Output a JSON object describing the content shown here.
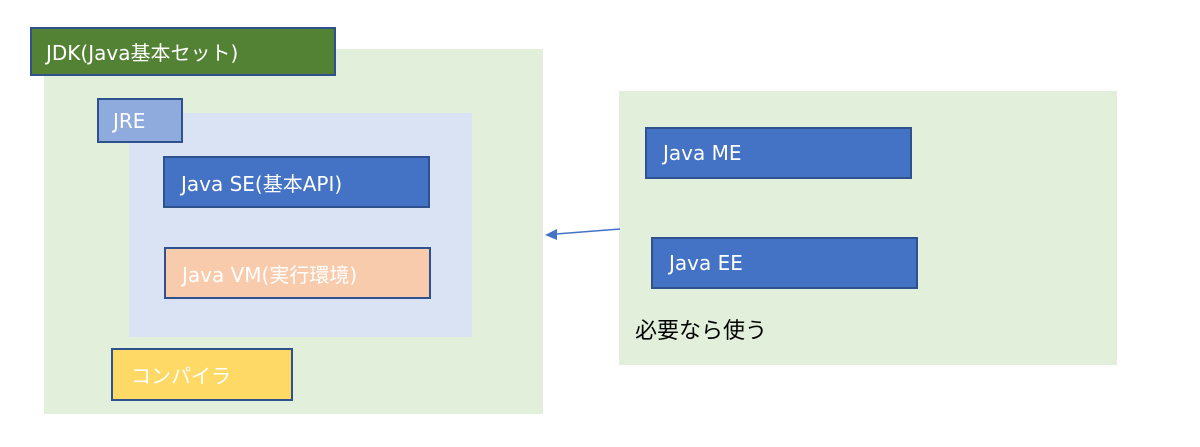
{
  "jdk": {
    "label": "JDK(Java基本セット)"
  },
  "jre": {
    "label": "JRE"
  },
  "java_se": {
    "label": "Java SE(基本API)"
  },
  "java_vm": {
    "label": "Java VM(実行環境)"
  },
  "compiler": {
    "label": "コンパイラ"
  },
  "java_me": {
    "label": "Java ME"
  },
  "java_ee": {
    "label": "Java EE"
  },
  "optional_note": {
    "label": "必要なら使う"
  },
  "colors": {
    "jdk_fill": "#548235",
    "jdk_panel": "#e2efda",
    "jre_fill": "#8faadc",
    "jre_panel": "#dae3f3",
    "api_fill": "#4472c4",
    "vm_fill": "#f8cbad",
    "compiler_fill": "#ffd966",
    "border": "#2f528f",
    "arrow": "#4472c4"
  }
}
